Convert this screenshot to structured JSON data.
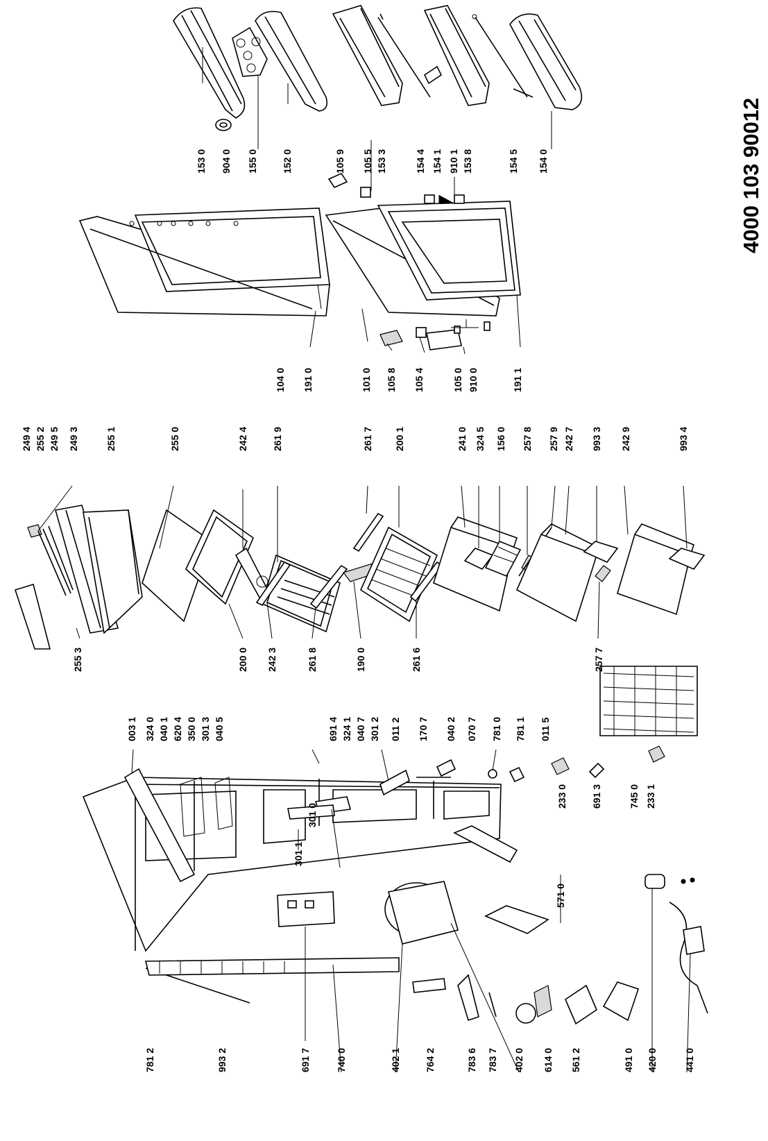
{
  "document_number": "4000 103 90012",
  "callouts": {
    "col_doors_top": [
      "153 0",
      "904 0",
      "155 0",
      "152 0",
      "105 9",
      "105 5",
      "153 3",
      "154 4",
      "154 1",
      "910 1",
      "153 8",
      "154 5",
      "154 0"
    ],
    "col_doors_mid": [
      "104 0",
      "191 0",
      "101 0",
      "105 8",
      "105 4",
      "105 0",
      "910 0",
      "191 1"
    ],
    "col_shelves_top": [
      "249 4",
      "255 2",
      "249 5",
      "249 3",
      "255 1",
      "255 0",
      "242 4",
      "261 9",
      "261 7",
      "200 1",
      "241 0",
      "324 5",
      "156 0",
      "257 8",
      "257 9",
      "242 7",
      "993 3",
      "242 9",
      "993 4"
    ],
    "col_shelves_bottom": [
      "255 3",
      "200 0",
      "242 3",
      "261 8",
      "190 0",
      "261 6",
      "257 7"
    ],
    "col_cabinet_top": [
      "003 1",
      "324 0",
      "040 1",
      "620 4",
      "350 0",
      "301 3",
      "040 5",
      "691 4",
      "324 1",
      "040 7",
      "301 2",
      "011 2",
      "170 7",
      "040 2",
      "070 7",
      "781 0",
      "781 1",
      "011 5"
    ],
    "col_cabinet_mid": [
      "301 1",
      "301 0",
      "233 0",
      "691 3",
      "745 0",
      "233 1",
      "571 0"
    ],
    "col_bottom": [
      "781 2",
      "993 2",
      "691 7",
      "740 0",
      "402 1",
      "764 2",
      "783 6",
      "783 7",
      "402 0",
      "614 0",
      "561 2",
      "491 0",
      "420 0",
      "441 0"
    ]
  }
}
